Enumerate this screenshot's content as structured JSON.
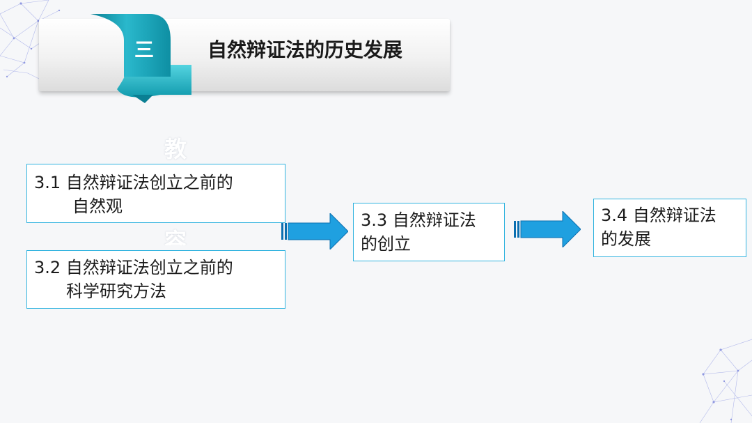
{
  "header": {
    "section_number": "三",
    "title": "自然辩证法的历史发展"
  },
  "watermark": {
    "text": "教学内容"
  },
  "diagram": {
    "nodes": [
      {
        "id": "3.1",
        "line1": "3.1 自然辩证法创立之前的",
        "line2": "自然观"
      },
      {
        "id": "3.2",
        "line1": "3.2 自然辩证法创立之前的",
        "line2": "科学研究方法"
      },
      {
        "id": "3.3",
        "line1": "3.3 自然辩证法",
        "line2": "的创立"
      },
      {
        "id": "3.4",
        "line1": "3.4 自然辩证法",
        "line2": "的发展"
      }
    ]
  },
  "colors": {
    "border": "#30b3df",
    "arrow_fill": "#1fa0e0",
    "ribbon_dark": "#0e8fa3",
    "ribbon_light": "#43c9d8"
  }
}
